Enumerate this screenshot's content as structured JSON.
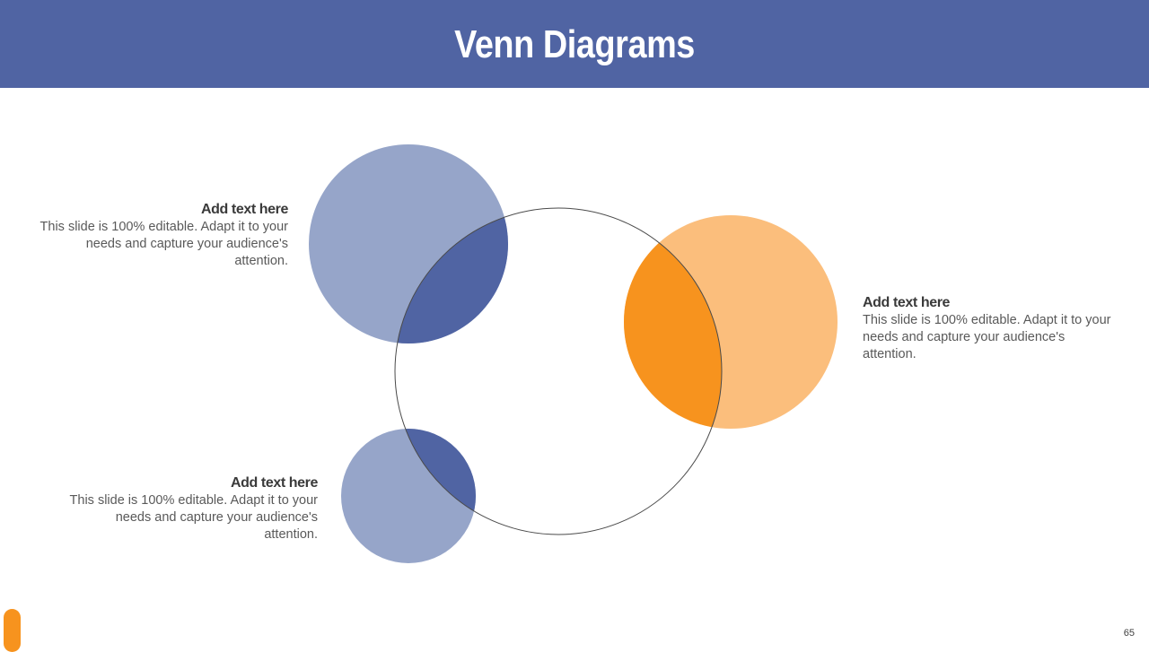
{
  "header": {
    "title": "Venn Diagrams"
  },
  "colors": {
    "header_bg": "#5064a3",
    "blue_light": "#96a5c9",
    "blue_dark": "#5064a3",
    "orange_light": "#fbbe7c",
    "orange_dark": "#f7931e"
  },
  "blocks": [
    {
      "heading": "Add text here",
      "body": "This slide is 100% editable. Adapt it to your needs and capture your audience's attention."
    },
    {
      "heading": "Add text here",
      "body": "This slide is 100% editable. Adapt it to your needs and capture your audience's attention."
    },
    {
      "heading": "Add text here",
      "body": "This slide is 100% editable. Adapt it to your needs and capture your audience's attention."
    }
  ],
  "footer": {
    "page_number": "65"
  }
}
